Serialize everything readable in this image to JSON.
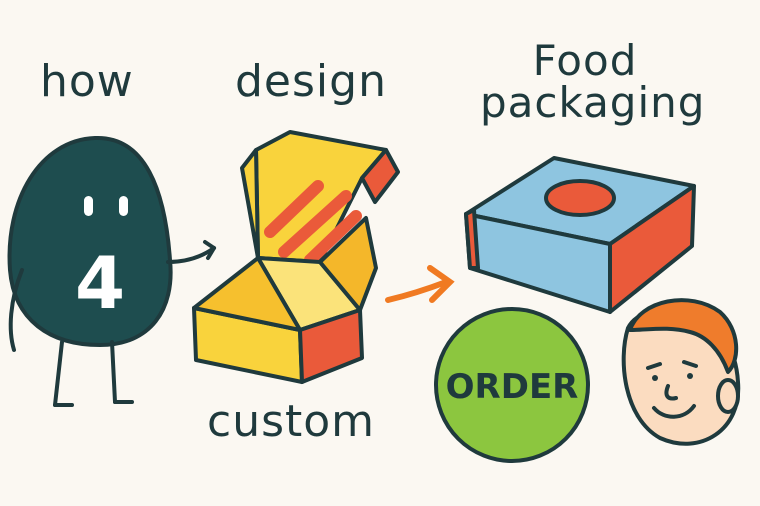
{
  "words": {
    "how": "how",
    "design": "design",
    "custom": "custom",
    "food_line1": "Food",
    "food_line2": "packaging"
  },
  "character": {
    "number": "4"
  },
  "badge": {
    "label": "ORDER"
  },
  "colors": {
    "ink": "#1f3a3d",
    "character": "#1e4d4f",
    "box_yellow": "#f9d33c",
    "box_red": "#ea5a3a",
    "box_blue": "#8ec5e0",
    "arrow": "#f07a22",
    "badge_green": "#8cc63f",
    "face_skin": "#fbdcc0",
    "hair": "#ef7c2c"
  }
}
